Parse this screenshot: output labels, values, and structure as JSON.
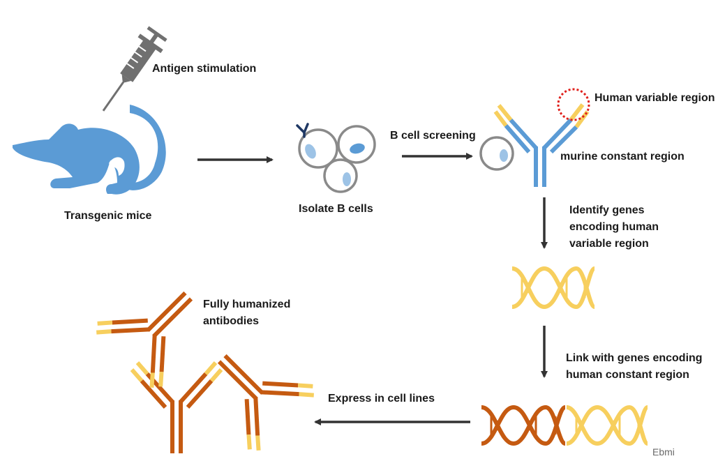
{
  "labels": {
    "antigen": "Antigen stimulation",
    "mice": "Transgenic mice",
    "isolate": "Isolate B cells",
    "screening": "B cell screening",
    "human_variable": "Human variable region",
    "murine_constant": "murine constant region",
    "identify": "Identify genes encoding human variable region",
    "link": "Link with genes encoding human constant region",
    "express": "Express in cell lines",
    "fully": "Fully humanized antibodies"
  },
  "watermark": "Ebmi",
  "colors": {
    "mouse_blue": "#5b9bd5",
    "arrow": "#333333",
    "gold": "#f7cf5e",
    "rust": "#c55a11",
    "highlight_ring": "#e0201c",
    "syringe": "#707070",
    "cell_border": "#8a8a8a",
    "nucleus": "#9dc3e6"
  },
  "icons": [
    "syringe-icon",
    "mouse-icon",
    "b-cell-icon",
    "antibody-icon",
    "dna-icon",
    "arrow-icon"
  ]
}
